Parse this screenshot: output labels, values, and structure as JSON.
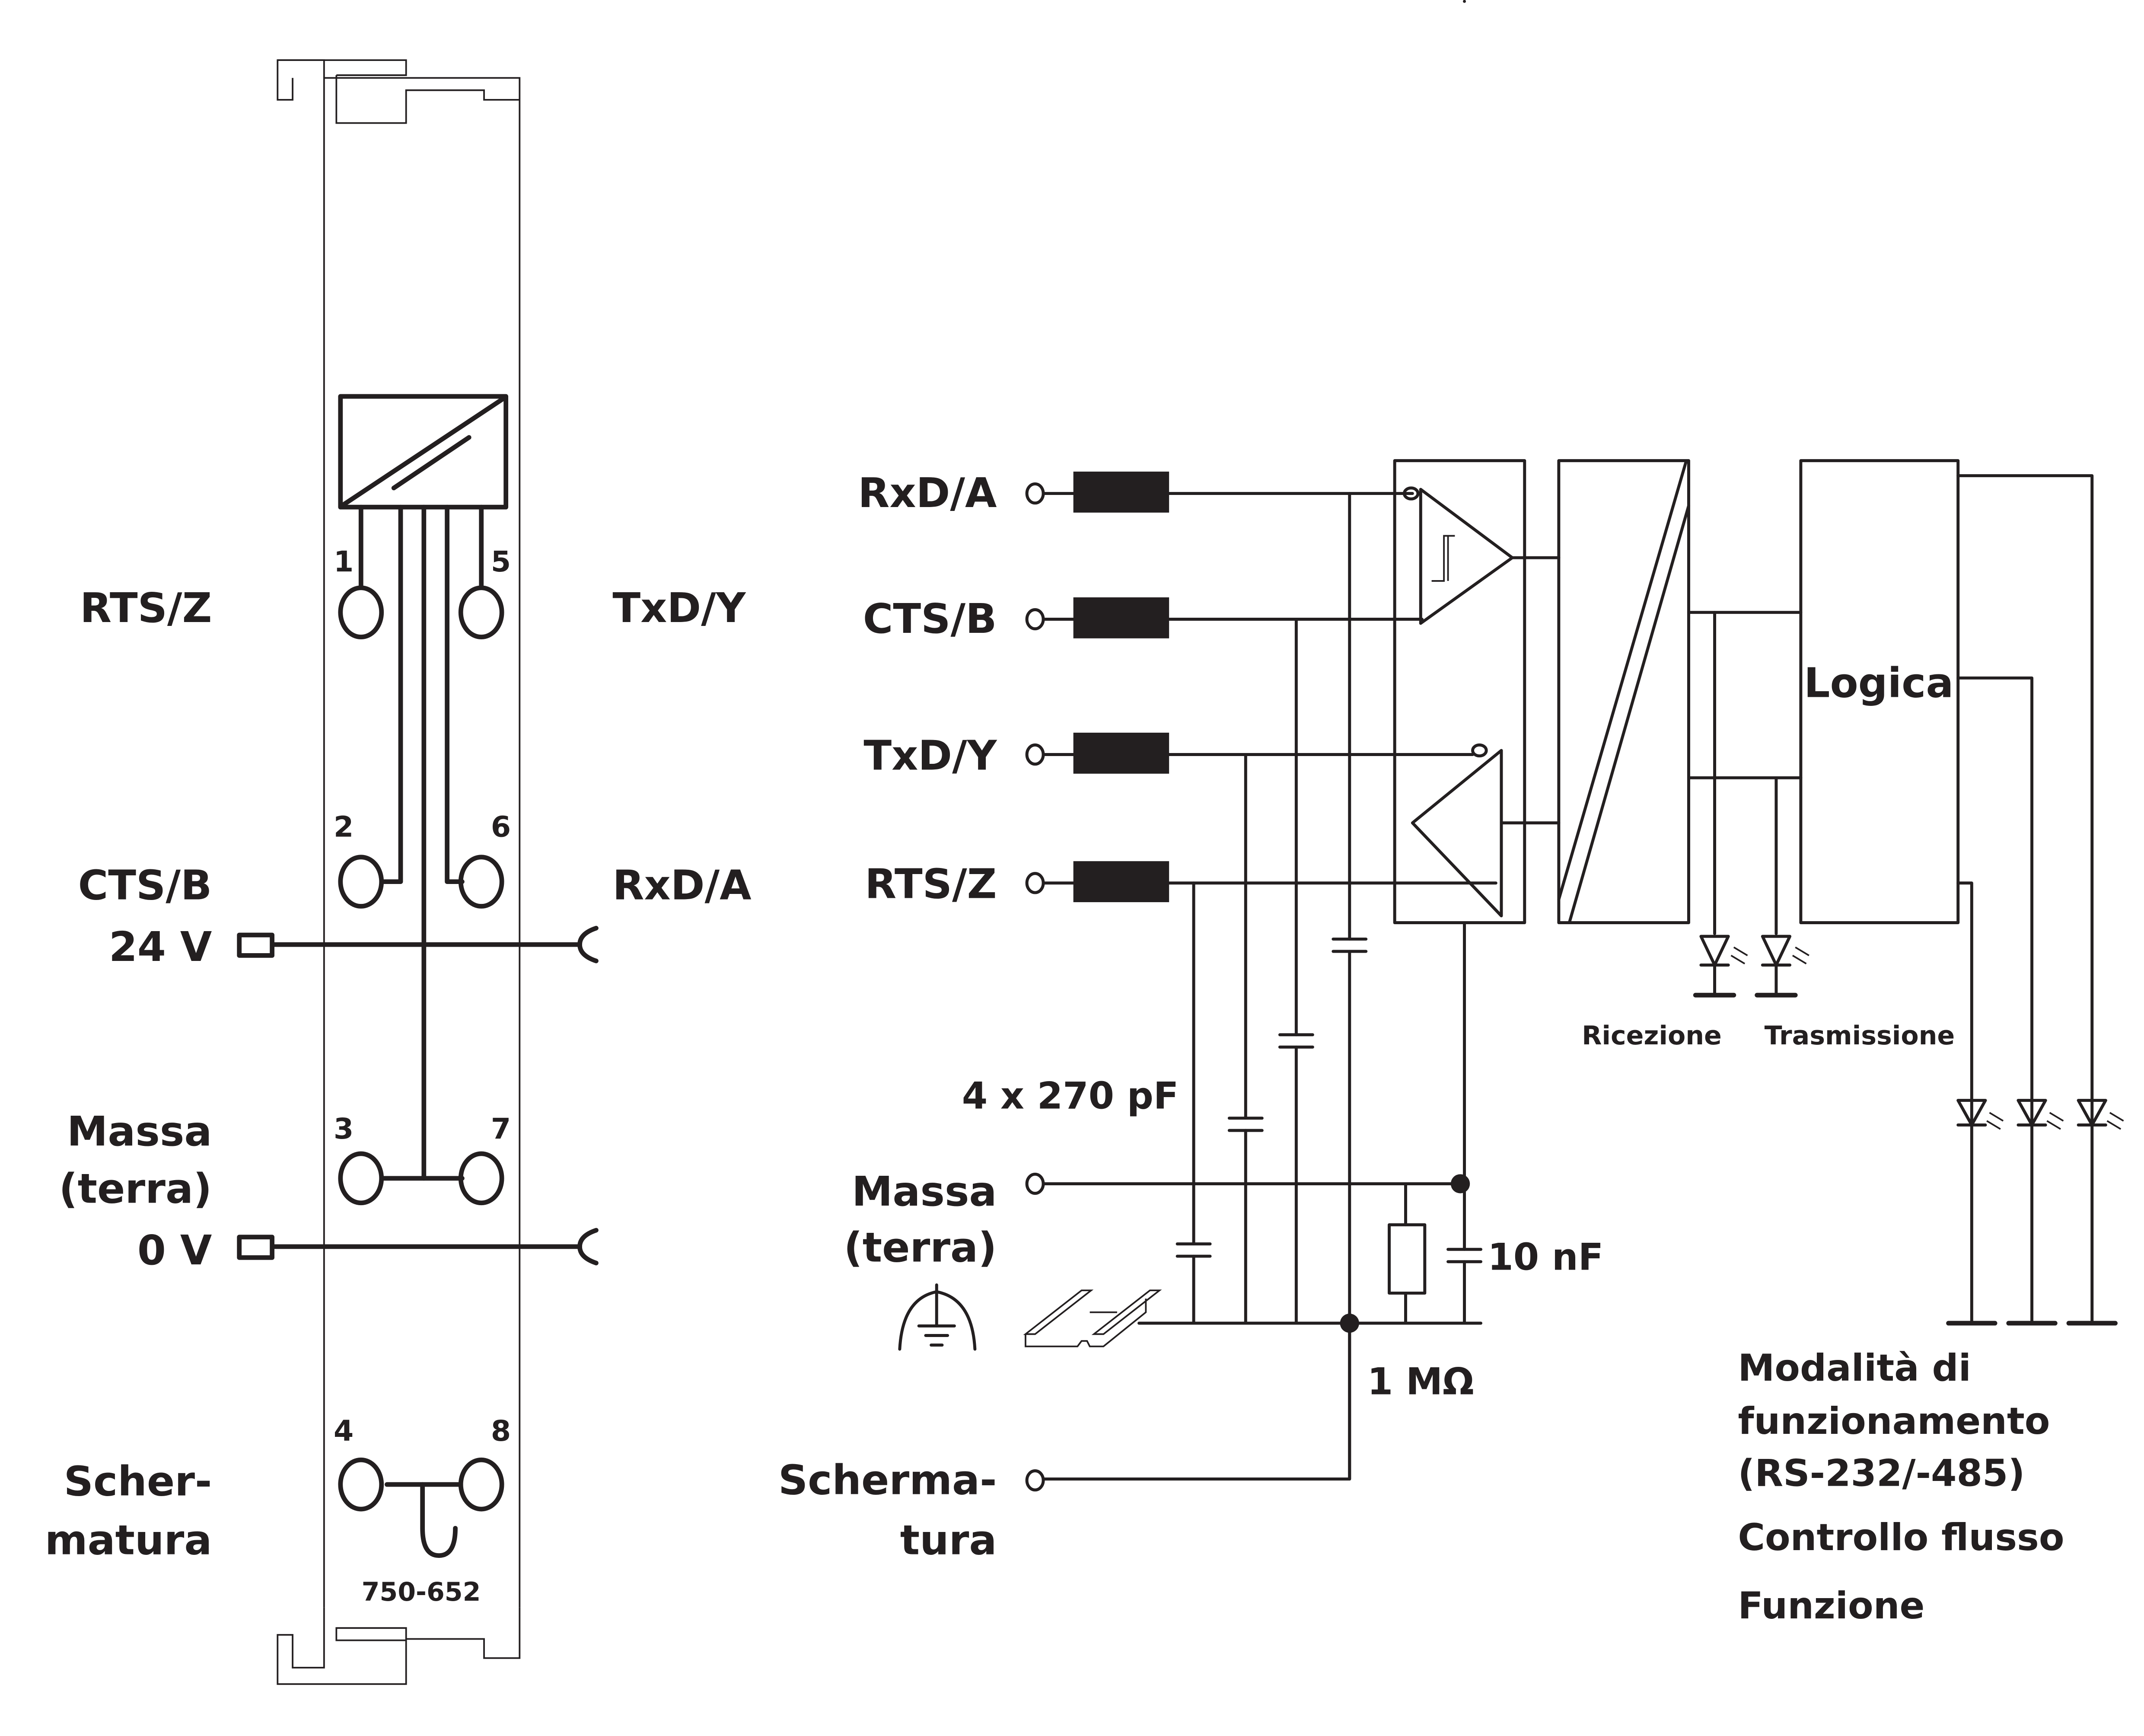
{
  "module": {
    "part_number": "750-652",
    "left_labels": {
      "rts_z": "RTS/Z",
      "cts_b": "CTS/B",
      "v24": "24 V",
      "massa": "Massa",
      "terra": "(terra)",
      "v0": "0 V",
      "scher": "Scher-",
      "matura": "matura"
    },
    "right_labels": {
      "txd_y": "TxD/Y",
      "rxd_a": "RxD/A"
    },
    "pins": [
      "1",
      "2",
      "3",
      "4",
      "5",
      "6",
      "7",
      "8"
    ]
  },
  "circuit": {
    "inputs": [
      "RxD/A",
      "CTS/B",
      "TxD/Y",
      "RTS/Z"
    ],
    "massa": "Massa",
    "terra": "(terra)",
    "schermatura_1": "Scherma-",
    "schermatura_2": "tura",
    "cap_label": "4 x 270 pF",
    "cap2_label": "10 nF",
    "resistor_label": "1 MΩ",
    "logic_label": "Logica",
    "led_labels": {
      "rx": "Ricezione",
      "tx": "Trasmissione"
    },
    "status_labels": [
      "Modalità di",
      "funzionamento",
      "(RS-232/-485)",
      "Controllo flusso",
      "Funzione"
    ]
  },
  "colors": {
    "ink": "#231f20",
    "background": "#ffffff"
  }
}
